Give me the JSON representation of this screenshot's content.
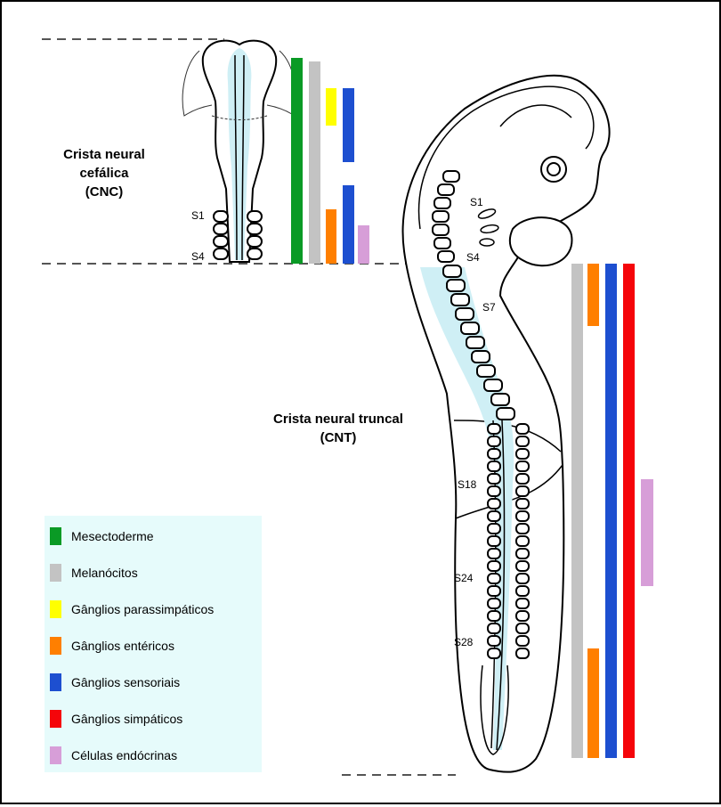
{
  "labels": {
    "cnc_line1": "Crista neural",
    "cnc_line2": "cefálica",
    "cnc_line3": "(CNC)",
    "cnt_line1": "Crista neural truncal",
    "cnt_line2": "(CNT)"
  },
  "somites": {
    "left_s1": "S1",
    "left_s4": "S4",
    "right_s1": "S1",
    "right_s4": "S4",
    "s7": "S7",
    "s18": "S18",
    "s24": "S24",
    "s28": "S28"
  },
  "legend": [
    {
      "label": "Mesectoderme",
      "color": "#0a9a25"
    },
    {
      "label": "Melanócitos",
      "color": "#c3c3c3"
    },
    {
      "label": "Gânglios parassimpáticos",
      "color": "#ffff00"
    },
    {
      "label": "Gânglios entéricos",
      "color": "#ff7f00"
    },
    {
      "label": "Gânglios sensoriais",
      "color": "#1d4fd0"
    },
    {
      "label": "Gânglios simpáticos",
      "color": "#f5050a"
    },
    {
      "label": "Células endócrinas",
      "color": "#d79ed8"
    }
  ],
  "colors": {
    "neural_tube_fill": "#cfeff5",
    "legend_bg": "#e6fbfb"
  }
}
